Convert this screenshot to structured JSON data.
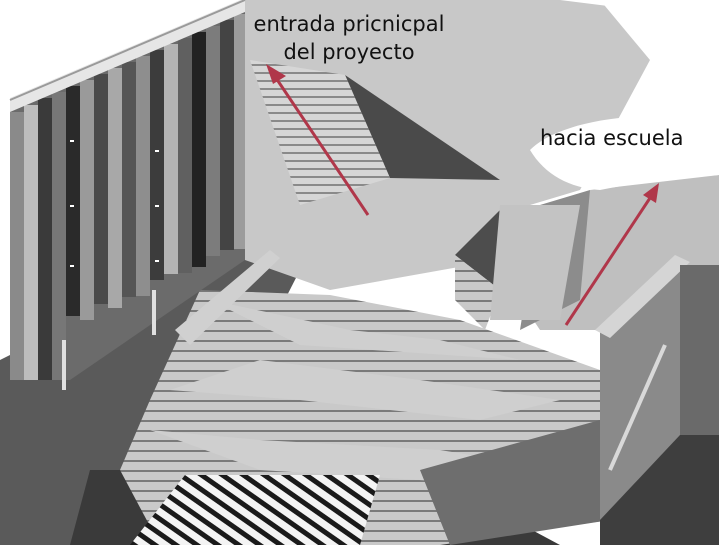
{
  "annotations": {
    "main_entrance": {
      "line1": "entrada pricnicpal",
      "line2": "del proyecto"
    },
    "school": "hacia escuela"
  },
  "colors": {
    "arrow": "#b0374a",
    "background": "#ffffff",
    "concrete": "#c8c8c8",
    "shadow": "#4a4a4a",
    "dark_shadow": "#2a2a2a"
  }
}
